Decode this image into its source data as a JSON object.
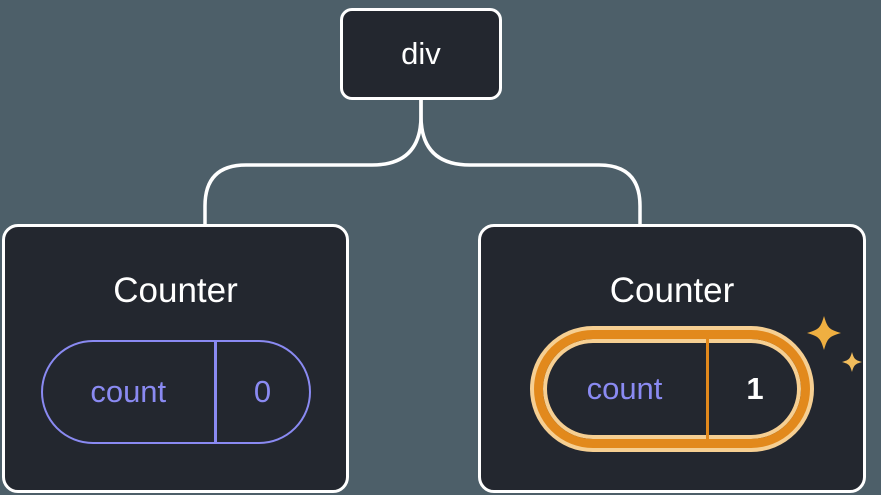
{
  "diagram": {
    "root": {
      "label": "div"
    },
    "counters": [
      {
        "title": "Counter",
        "state_label": "count",
        "state_value": "0",
        "highlighted": false
      },
      {
        "title": "Counter",
        "state_label": "count",
        "state_value": "1",
        "highlighted": true
      }
    ]
  },
  "icons": {
    "sparkles": "sparkles-icon"
  },
  "colors": {
    "background": "#4d5f69",
    "node_background": "#23272f",
    "node_border": "#ffffff",
    "state_purple": "#8a8af2",
    "highlight_orange": "#e2891c",
    "highlight_glow": "#f6cf92",
    "sparkle_gold_large": "#efaf41",
    "sparkle_gold_small": "#f2bd5c"
  }
}
